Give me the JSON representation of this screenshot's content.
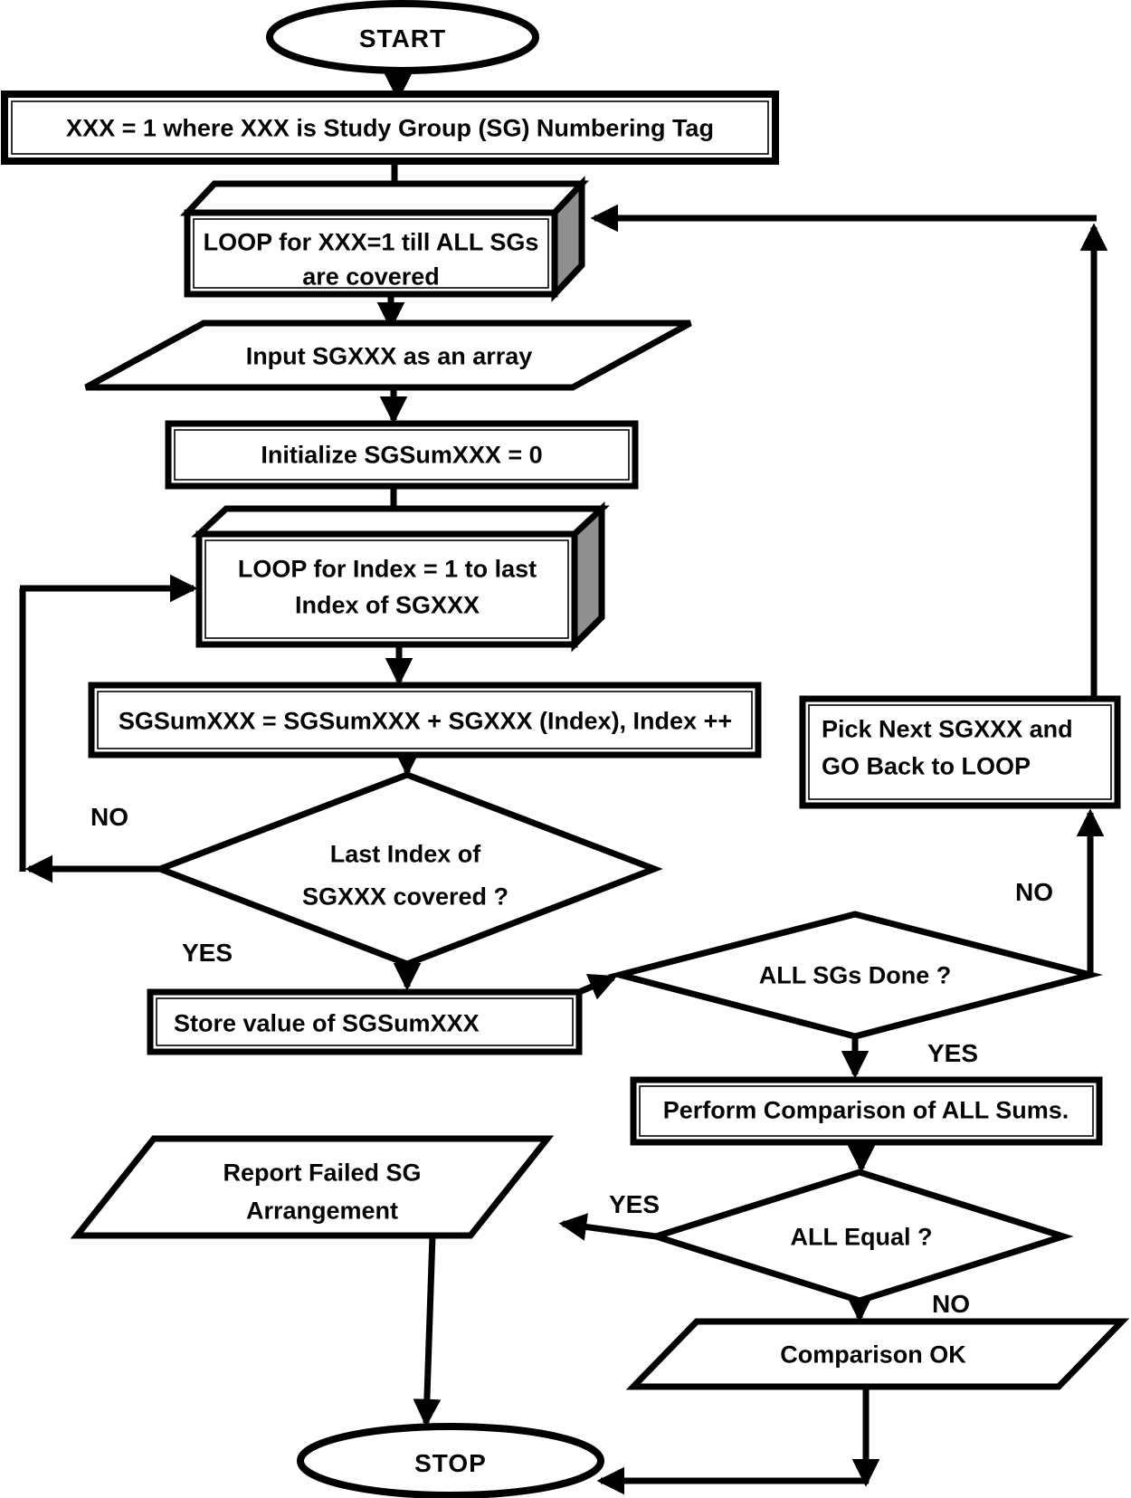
{
  "figure": {
    "background": "#ffffff",
    "stroke_color": "#000000",
    "loop_side_face_color": "#8f8f8f",
    "type": "flowchart"
  },
  "nodes": {
    "start": {
      "label": "START"
    },
    "init_xxx": {
      "label": "XXX = 1 where XXX is Study Group (SG) Numbering Tag"
    },
    "loop_sg": {
      "line1": "LOOP for XXX=1 till ALL SGs",
      "line2": "are covered"
    },
    "input_sg": {
      "label": "Input SGXXX as an array"
    },
    "init_sum": {
      "label": "Initialize SGSumXXX = 0"
    },
    "loop_index": {
      "line1": "LOOP for Index = 1 to last",
      "line2": "Index of SGXXX"
    },
    "accumulate": {
      "label": "SGSumXXX = SGSumXXX + SGXXX (Index),  Index ++"
    },
    "last_index": {
      "line1": "Last Index of",
      "line2": "SGXXX covered ?"
    },
    "store_sum": {
      "label": "Store value of SGSumXXX"
    },
    "all_sgs_done": {
      "label": "ALL SGs Done ?"
    },
    "pick_next": {
      "line1": "Pick Next SGXXX and",
      "line2": "GO Back to LOOP"
    },
    "perform_comparison": {
      "label": "Perform Comparison of ALL Sums."
    },
    "all_equal": {
      "label": "ALL Equal ?"
    },
    "report_failed": {
      "line1": "Report Failed SG",
      "line2": "Arrangement"
    },
    "comparison_ok": {
      "label": "Comparison OK"
    },
    "stop": {
      "label": "STOP"
    }
  },
  "edge_labels": {
    "last_index_no": "NO",
    "last_index_yes": "YES",
    "all_sgs_done_no": "NO",
    "all_sgs_done_yes": "YES",
    "all_equal_yes": "YES",
    "all_equal_no": "NO"
  }
}
